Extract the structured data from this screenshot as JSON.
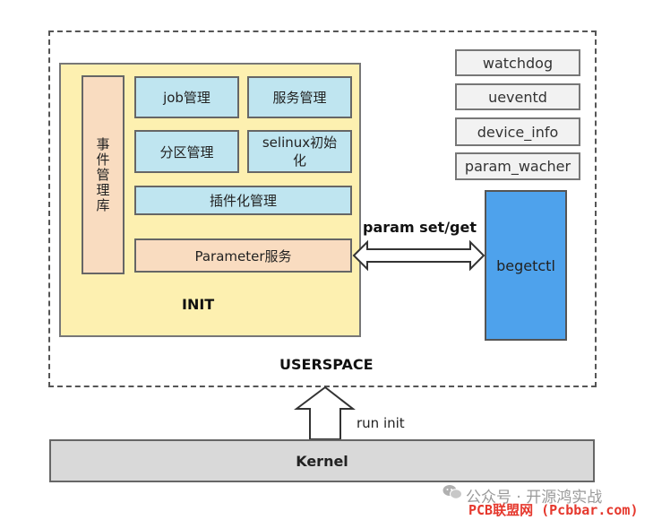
{
  "userspace_label": "USERSPACE",
  "init_label": "INIT",
  "event_lib": "事件管理库",
  "modules": {
    "job": "job管理",
    "service": "服务管理",
    "partition": "分区管理",
    "selinux": "selinux初始化",
    "plugin": "插件化管理",
    "parameter": "Parameter服务"
  },
  "daemons": [
    "watchdog",
    "ueventd",
    "device_info",
    "param_wacher"
  ],
  "begetctl": "begetctl",
  "param_link": "param set/get",
  "run_init": "run init",
  "kernel": "Kernel",
  "watermark": "公众号 · 开源鸿实战",
  "footer_watermark": "PCB联盟网 (Pcbbar.com)",
  "icons": {
    "wechat": "wechat-icon"
  }
}
